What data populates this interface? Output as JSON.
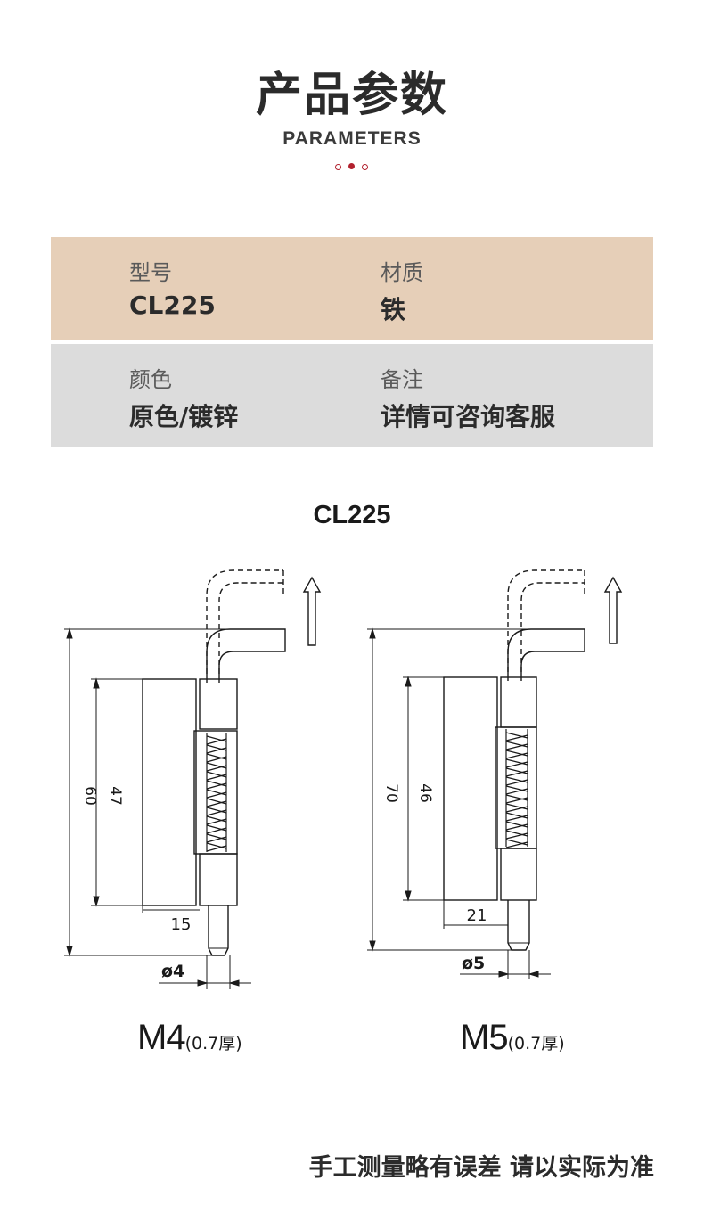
{
  "header": {
    "title": "产品参数",
    "subtitle": "PARAMETERS"
  },
  "params": {
    "model_label": "型号",
    "model_value": "CL225",
    "material_label": "材质",
    "material_value": "铁",
    "color_label": "颜色",
    "color_value": "原色/镀锌",
    "remark_label": "备注",
    "remark_value": "详情可咨询客服"
  },
  "drawing_title": "CL225",
  "drawings": [
    {
      "thread": "M4",
      "thickness": "(0.7厚)",
      "overall_length": "60",
      "body_length": "47",
      "width": "15",
      "pin_diameter": "ø4"
    },
    {
      "thread": "M5",
      "thickness": "(0.7厚)",
      "overall_length": "70",
      "body_length": "46",
      "width": "21",
      "pin_diameter": "ø5"
    }
  ],
  "footer_note": "手工测量略有误差 请以实际为准",
  "colors": {
    "accent": "#b2212e",
    "row1_bg": "#e6cfb8",
    "row2_bg": "#dcdcdc",
    "text": "#2b2b2b"
  }
}
